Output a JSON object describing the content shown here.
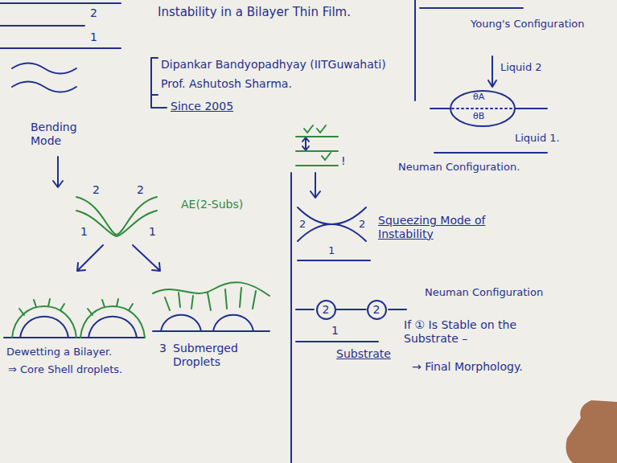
{
  "diagram": {
    "title": "Instability in a Bilayer Thin Film.",
    "nodes": [
      {
        "text": [
          "2"
        ]
      },
      {
        "text": [
          "2"
        ]
      }
    ],
    "edges": [
      {
        "from": 0,
        "to": 1,
        "arrow": "none"
      }
    ],
    "labels": [
      "2",
      "1",
      "Dipankar Bandyopadhyay (IITGuwahati)",
      "Prof. Ashutosh Sharma.",
      "Since 2005",
      "Bending Mode",
      "Young's Configuration",
      "Liquid 2",
      "θA",
      "θB",
      "Liquid 1.",
      "Neuman Configuration.",
      "2",
      "2",
      "1",
      "1",
      "AE(2-Subs)",
      "Dewetting a Bilayer.",
      "⇒ Core Shell droplets.",
      "3",
      "Submerged Droplets",
      "Squeezing Mode of Instability",
      "2",
      "2",
      "1",
      "Neuman Configuration",
      "1",
      "Substrate",
      "If ① Is Stable on the Substrate –",
      "→ Final Morphology.",
      "!"
    ]
  }
}
